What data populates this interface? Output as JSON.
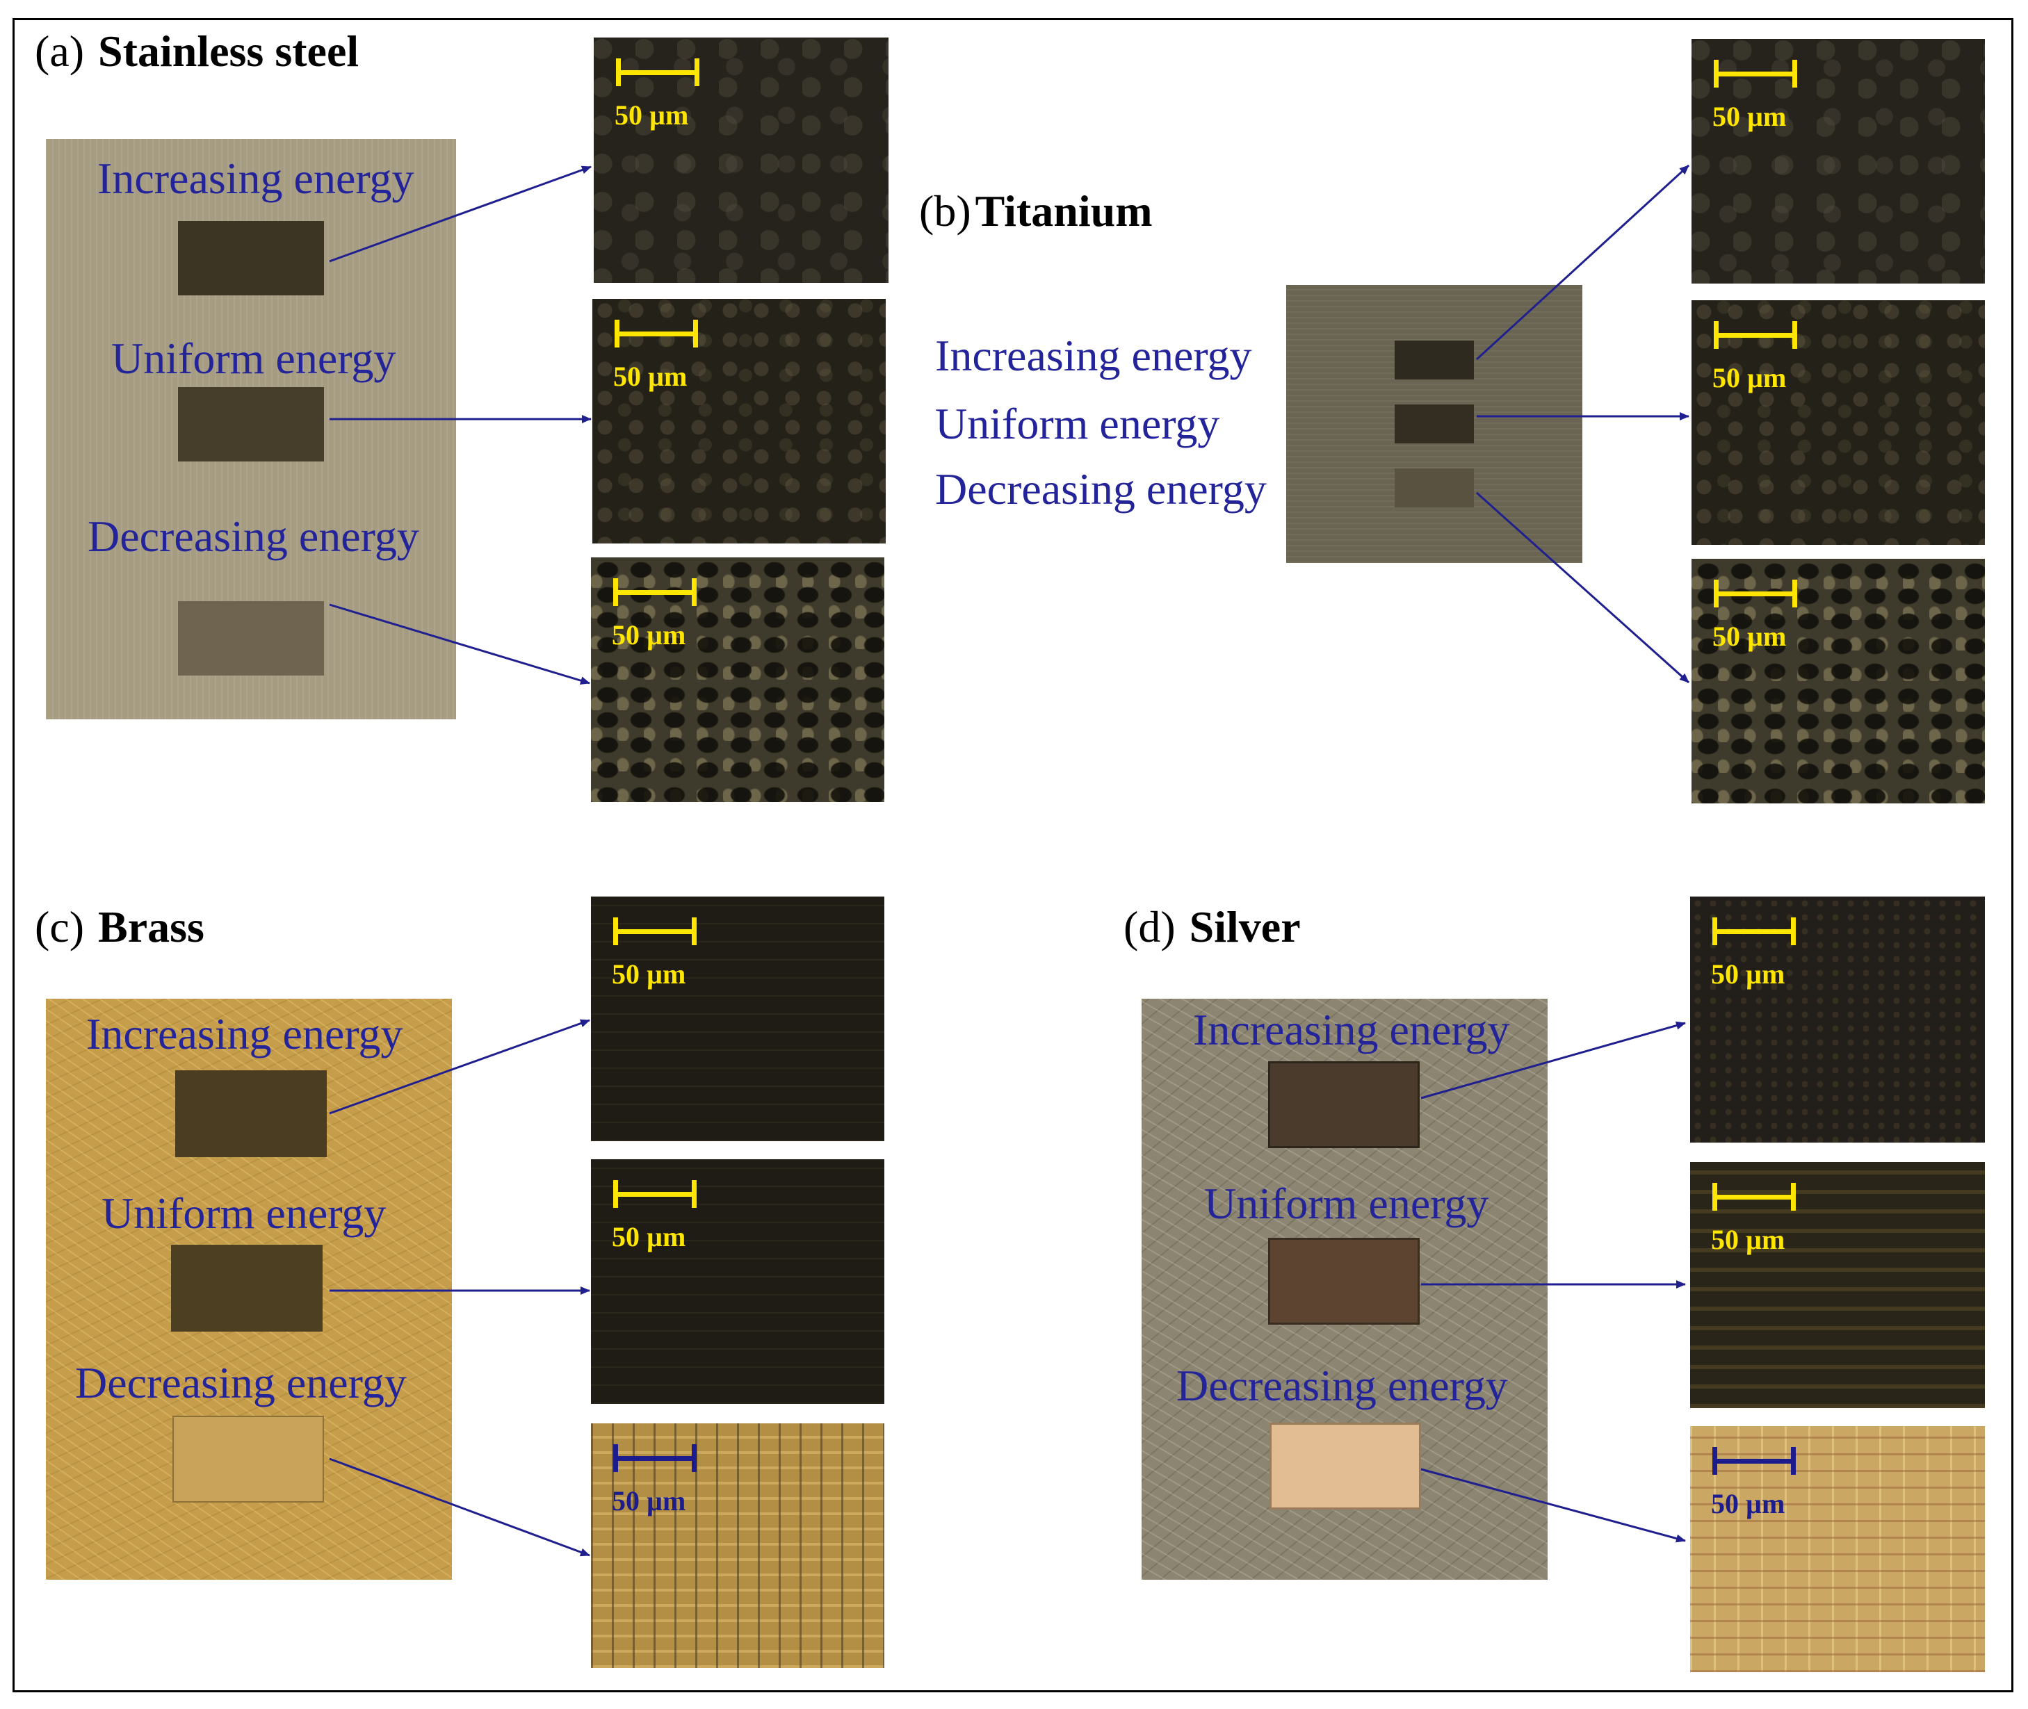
{
  "panels": [
    {
      "letter": "(a)",
      "material": "Stainless steel"
    },
    {
      "letter": "(b)",
      "material": "Titanium"
    },
    {
      "letter": "(c)",
      "material": "Brass"
    },
    {
      "letter": "(d)",
      "material": "Silver"
    }
  ],
  "labels": {
    "increasing": "Increasing energy",
    "uniform": "Uniform energy",
    "decreasing": "Decreasing energy"
  },
  "scale_bar": "50 µm",
  "colors": {
    "label_text": "#23239a",
    "scale_yellow": "#ffe600",
    "scale_navy": "#1c1c8c",
    "arrow": "#1f1f8f"
  }
}
